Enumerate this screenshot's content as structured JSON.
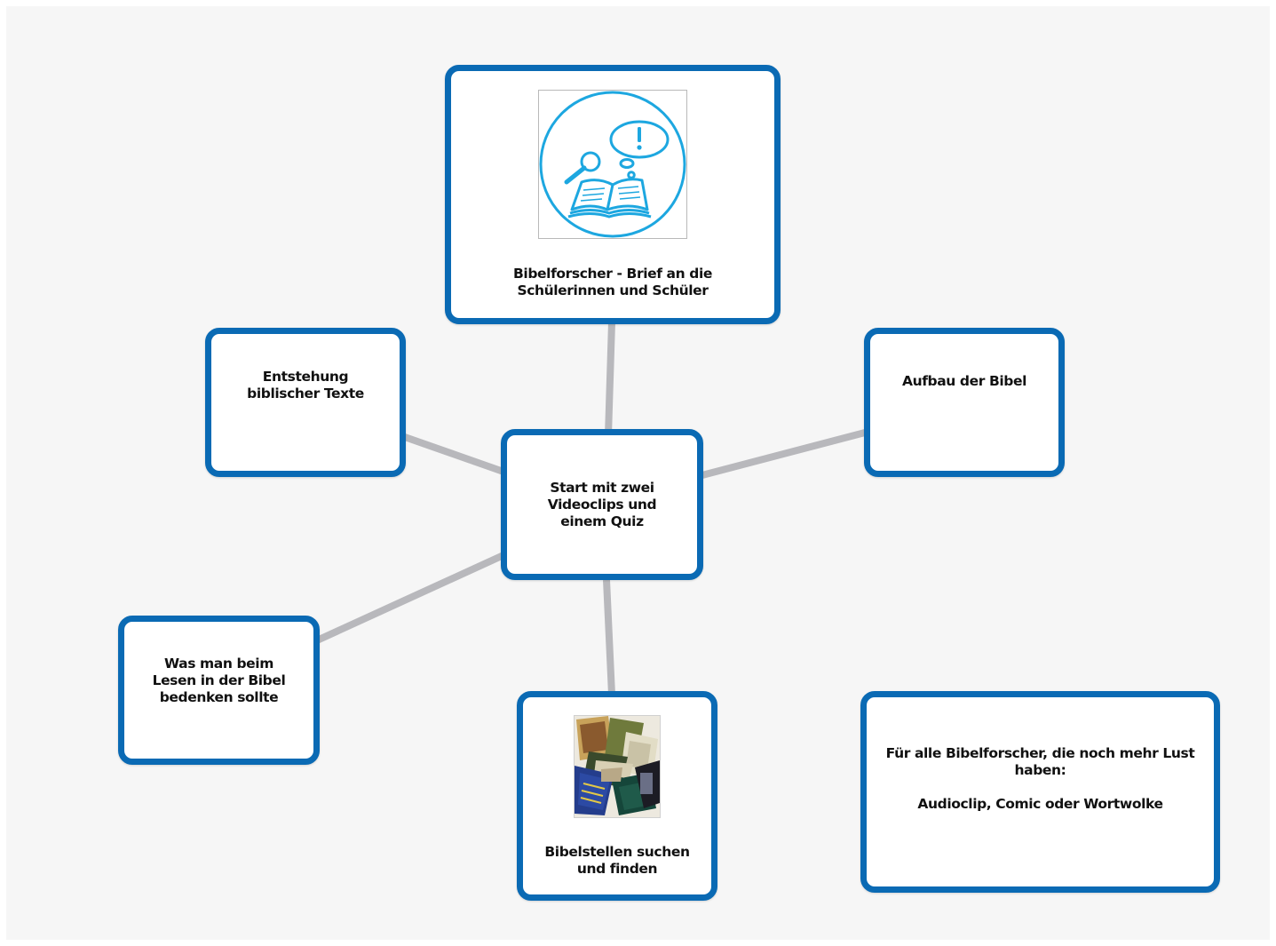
{
  "mindmap": {
    "center": {
      "label": "Start mit zwei\nVideoclips und\neinem Quiz"
    },
    "top": {
      "label": "Bibelforscher - Brief an die\nSchülerinnen und Schüler",
      "image": "bible-study-icon"
    },
    "left": {
      "label": "Entstehung\nbiblischer Texte"
    },
    "right": {
      "label": "Aufbau der Bibel"
    },
    "bottom_left": {
      "label": "Was man beim\nLesen in der Bibel\nbedenken sollte"
    },
    "bottom": {
      "label": "Bibelstellen suchen\nund finden",
      "image": "bible-books-photo"
    },
    "extra": {
      "label": "Für alle Bibelforscher, die noch mehr Lust\nhaben:\n\nAudioclip, Comic oder Wortwolke"
    }
  },
  "colors": {
    "card_border": "#0a6ab4",
    "connector": "#b8b8bc",
    "icon_accent": "#1da7e0",
    "background": "#f6f6f6"
  }
}
